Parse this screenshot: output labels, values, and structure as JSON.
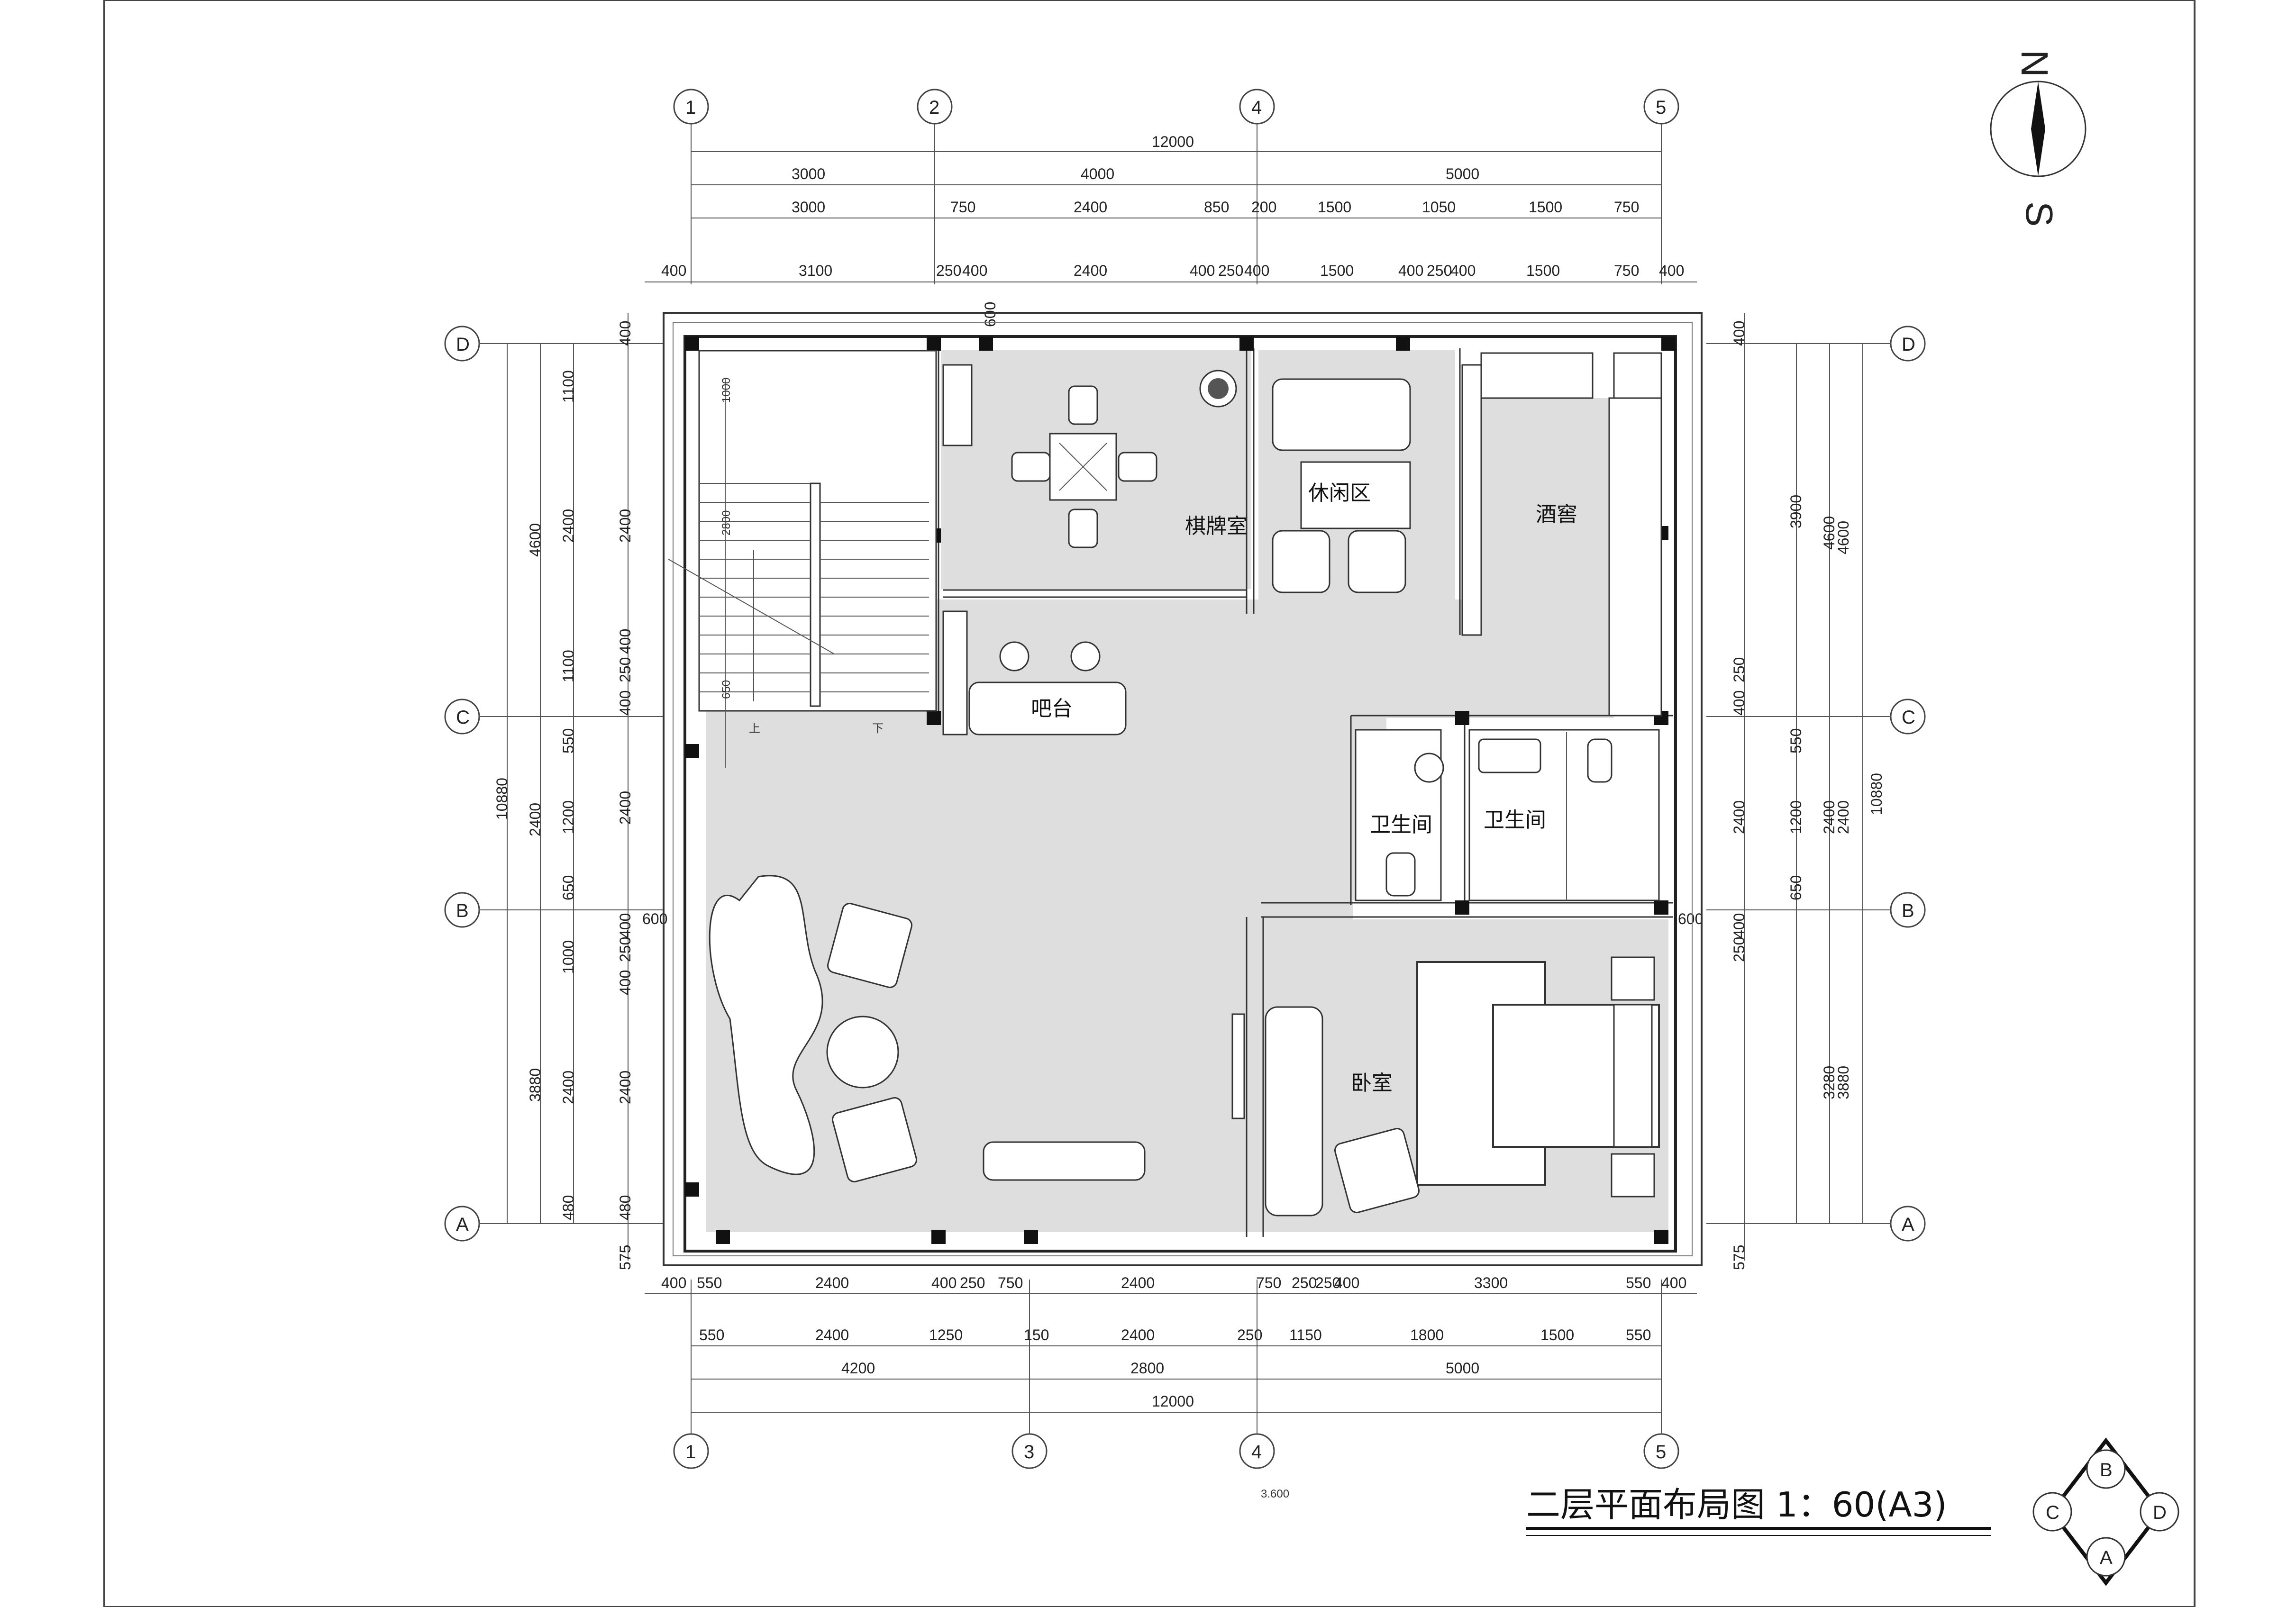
{
  "title": "二层平面布局图  1：60(A3)",
  "elevation": "3.600",
  "compass": {
    "north": "N",
    "south": "S"
  },
  "index_marks": [
    "B",
    "C",
    "D",
    "A"
  ],
  "grid_top": [
    "1",
    "2",
    "4",
    "5"
  ],
  "grid_bottom": [
    "1",
    "3",
    "4",
    "5"
  ],
  "grid_left": [
    "D",
    "C",
    "B",
    "A"
  ],
  "grid_right": [
    "D",
    "C",
    "B",
    "A"
  ],
  "rooms": {
    "chess_room": "棋牌室",
    "lounge": "休闲区",
    "wine_cellar": "酒窖",
    "bar": "吧台",
    "bathroom_1": "卫生间",
    "bathroom_2": "卫生间",
    "bedroom": "卧室"
  },
  "stairs": {
    "up": "上",
    "down": "下",
    "d1": "1000",
    "d2": "2800",
    "d3": "650"
  },
  "dims_top": {
    "row1": [
      "12000"
    ],
    "row2": [
      "3000",
      "4000",
      "5000"
    ],
    "row3": [
      "3000",
      "750",
      "2400",
      "850",
      "200",
      "1500",
      "1050",
      "1500",
      "750"
    ],
    "row4": [
      "400",
      "3100",
      "250",
      "400",
      "2400",
      "400",
      "250",
      "400",
      "1500",
      "400",
      "250",
      "400",
      "1500",
      "750",
      "400"
    ],
    "window": "600"
  },
  "dims_bottom": {
    "row1": [
      "400",
      "550",
      "2400",
      "400",
      "250",
      "750",
      "2400",
      "750",
      "250",
      "250",
      "400",
      "3300",
      "550",
      "400"
    ],
    "row2": [
      "550",
      "2400",
      "1250",
      "150",
      "2400",
      "250",
      "1150",
      "1800",
      "1500",
      "550"
    ],
    "row3": [
      "4200",
      "2800",
      "5000"
    ],
    "row4": [
      "12000"
    ]
  },
  "dims_left": {
    "outer": [
      "10880"
    ],
    "mid": [
      "4600",
      "2400",
      "3880"
    ],
    "inner": [
      "1100",
      "2400",
      "1100",
      "550",
      "1200",
      "650",
      "1000",
      "2400",
      "480"
    ],
    "wall": [
      "400",
      "2400",
      "400",
      "250",
      "400",
      "2400",
      "400",
      "250",
      "400",
      "2400",
      "480",
      "575"
    ],
    "side": "600"
  },
  "dims_right": {
    "outer": [
      "10880"
    ],
    "mid": [
      "4600",
      "2400",
      "3880"
    ],
    "inner": [
      "3900",
      "4600",
      "550",
      "1200",
      "2400",
      "650",
      "3280"
    ],
    "wall": [
      "400",
      "400",
      "250",
      "2400",
      "400",
      "250",
      "575"
    ],
    "side": "600"
  }
}
